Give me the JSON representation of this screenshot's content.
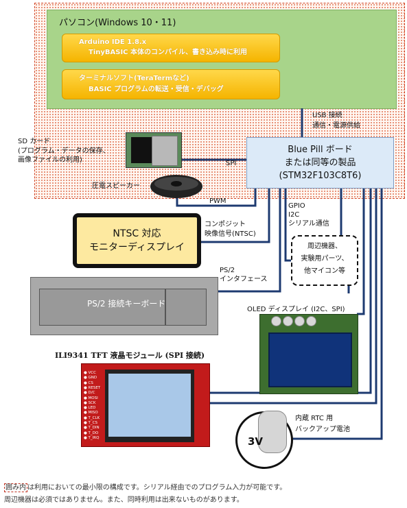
{
  "pc": {
    "title": "パソコン(Windows 10・11)",
    "box1_line1": "Arduino IDE 1.8.x",
    "box1_line2": "TinyBASIC 本体のコンパイル、書き込み時に利用",
    "box2_line1": "ターミナルソフト(TeraTermなど)",
    "box2_line2": "BASIC プログラムの転送・受信・デバッグ"
  },
  "usb": {
    "line1": "USB 接続",
    "line2": "通信・電源供給"
  },
  "sdcard": {
    "line1": "SD カード",
    "line2": "(プログラム・データの保存、",
    "line3": "画像ファイルの利用)",
    "bus": "SPI"
  },
  "bluepill": {
    "line1": "Blue Pill ボード",
    "line2": "または同等の製品",
    "line3": "(STM32F103C8T6)"
  },
  "speaker": {
    "label": "圧電スピーカー",
    "bus": "PWM"
  },
  "ntsc": {
    "line1": "NTSC 対応",
    "line2": "モニターディスプレイ",
    "signal_line1": "コンポジット",
    "signal_line2": "映像信号(NTSC)"
  },
  "gpio": {
    "line1": "GPIO",
    "line2": "I2C",
    "line3": "シリアル通信"
  },
  "peripherals": {
    "line1": "周辺機器、",
    "line2": "実験用パーツ、",
    "line3": "他マイコン等"
  },
  "ps2": {
    "line1": "PS/2",
    "line2": "インタフェース",
    "keyboard": "PS/2 接続キーボード"
  },
  "oled": {
    "label": "OLED ディスプレイ (I2C、SPI)"
  },
  "tft": {
    "label": "ILI9341 TFT 液晶モジュール (SPI 接続)",
    "pins": [
      "VCC",
      "GND",
      "CS",
      "RESET",
      "D/C",
      "MOSI",
      "SCK",
      "LED",
      "MISO",
      "T_CLK",
      "T_CS",
      "T_DIN",
      "T_DO",
      "T_IRQ"
    ]
  },
  "rtc": {
    "battery": "3V",
    "line1": "内蔵 RTC 用",
    "line2": "バックアップ電池"
  },
  "footnote": {
    "tag": "囲み内",
    "line1": "は利用においての最小限の構成です。シリアル経由でのプログラム入力が可能です。",
    "line2": "周辺機器は必須ではありません。また、同時利用は出来ないものがあります。"
  },
  "colors": {
    "wire": "#1d3a70",
    "pc_green": "#a8d48a",
    "gold": "#f5b400",
    "pill_blue": "#dceaf8"
  }
}
